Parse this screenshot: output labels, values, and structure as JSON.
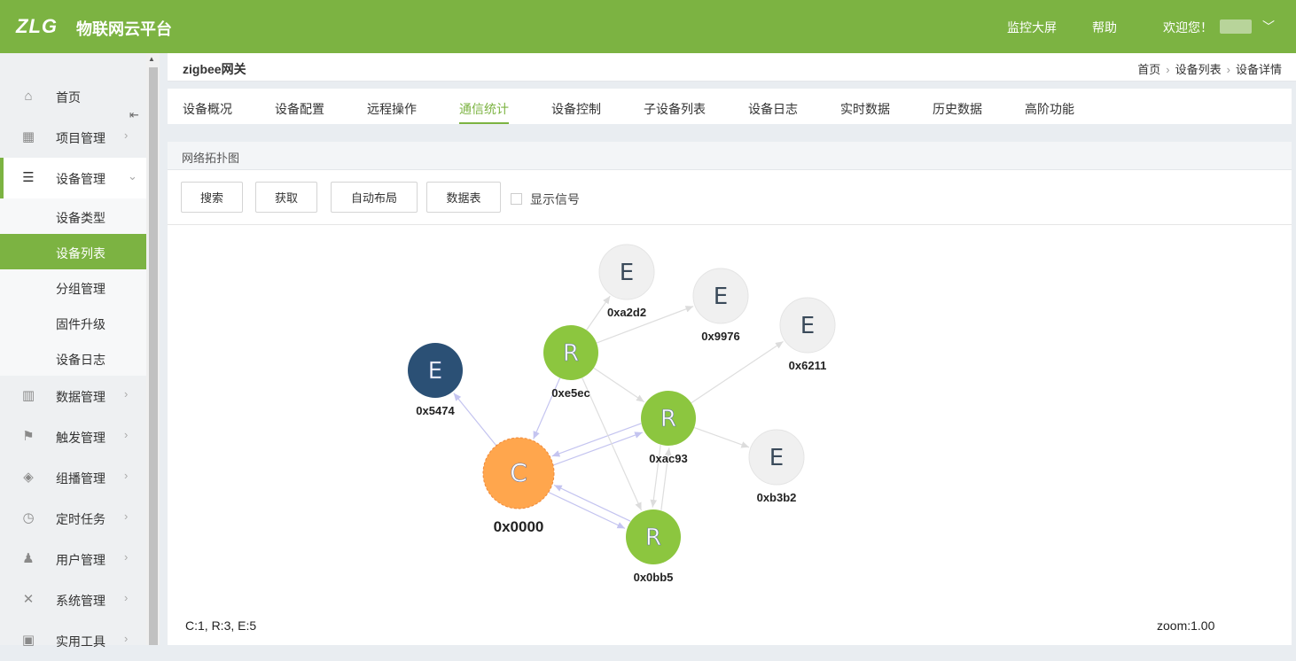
{
  "header": {
    "logo": "ZLG",
    "brand": "物联网云平台",
    "links": [
      "监控大屏",
      "帮助"
    ],
    "welcome": "欢迎您！",
    "caret": "﹀"
  },
  "sidebar": {
    "collapse_icon": "⇤",
    "items": [
      {
        "label": "首页",
        "icon": "home-icon"
      },
      {
        "label": "项目管理",
        "icon": "grid-icon"
      },
      {
        "label": "设备管理",
        "icon": "server-icon"
      },
      {
        "label": "数据管理",
        "icon": "bar-chart-icon"
      },
      {
        "label": "触发管理",
        "icon": "flag-icon"
      },
      {
        "label": "组播管理",
        "icon": "layers-icon"
      },
      {
        "label": "定时任务",
        "icon": "clock-icon"
      },
      {
        "label": "用户管理",
        "icon": "user-gear-icon"
      },
      {
        "label": "系统管理",
        "icon": "tools-icon"
      },
      {
        "label": "实用工具",
        "icon": "toolbox-icon"
      }
    ],
    "sub_items": [
      "设备类型",
      "设备列表",
      "分组管理",
      "固件升级",
      "设备日志"
    ]
  },
  "breadcrumb": {
    "title": "zigbee网关",
    "path": [
      "首页",
      "设备列表",
      "设备详情"
    ]
  },
  "tabs": [
    "设备概况",
    "设备配置",
    "远程操作",
    "通信统计",
    "设备控制",
    "子设备列表",
    "设备日志",
    "实时数据",
    "历史数据",
    "高阶功能"
  ],
  "active_tab": "通信统计",
  "panel": {
    "title": "网络拓扑图",
    "buttons": [
      "搜索",
      "获取",
      "自动布局",
      "数据表"
    ],
    "checkbox_label": "显示信号",
    "stats": "C:1, R:3, E:5",
    "zoom": "zoom:1.00"
  },
  "topology": {
    "nodes": [
      {
        "id": "0x0000",
        "type": "C",
        "color": "#ffa64d"
      },
      {
        "id": "0xe5ec",
        "type": "R",
        "color": "#8cc63f"
      },
      {
        "id": "0xac93",
        "type": "R",
        "color": "#8cc63f"
      },
      {
        "id": "0x0bb5",
        "type": "R",
        "color": "#8cc63f"
      },
      {
        "id": "0x5474",
        "type": "E",
        "color": "#2b5075"
      },
      {
        "id": "0xa2d2",
        "type": "E",
        "color": "#f0f0f0"
      },
      {
        "id": "0x9976",
        "type": "E",
        "color": "#f0f0f0"
      },
      {
        "id": "0x6211",
        "type": "E",
        "color": "#f0f0f0"
      },
      {
        "id": "0xb3b2",
        "type": "E",
        "color": "#f0f0f0"
      }
    ],
    "links": [
      {
        "from": "0x0000",
        "to": "0x5474"
      },
      {
        "from": "0xe5ec",
        "to": "0x0000"
      },
      {
        "from": "0xac93",
        "to": "0x0000"
      },
      {
        "from": "0x0000",
        "to": "0xac93"
      },
      {
        "from": "0x0bb5",
        "to": "0x0000"
      },
      {
        "from": "0x0000",
        "to": "0x0bb5"
      },
      {
        "from": "0xe5ec",
        "to": "0xa2d2"
      },
      {
        "from": "0xe5ec",
        "to": "0x9976"
      },
      {
        "from": "0xe5ec",
        "to": "0xac93"
      },
      {
        "from": "0xe5ec",
        "to": "0x0bb5"
      },
      {
        "from": "0xac93",
        "to": "0x6211"
      },
      {
        "from": "0xac93",
        "to": "0xb3b2"
      },
      {
        "from": "0xac93",
        "to": "0x0bb5"
      },
      {
        "from": "0x0bb5",
        "to": "0xac93"
      }
    ]
  },
  "colors": {
    "accent": "#7cb342",
    "coordinator": "#ffa64d",
    "router": "#8cc63f",
    "end_device": "#f0f0f0",
    "end_device_online": "#2b5075"
  }
}
